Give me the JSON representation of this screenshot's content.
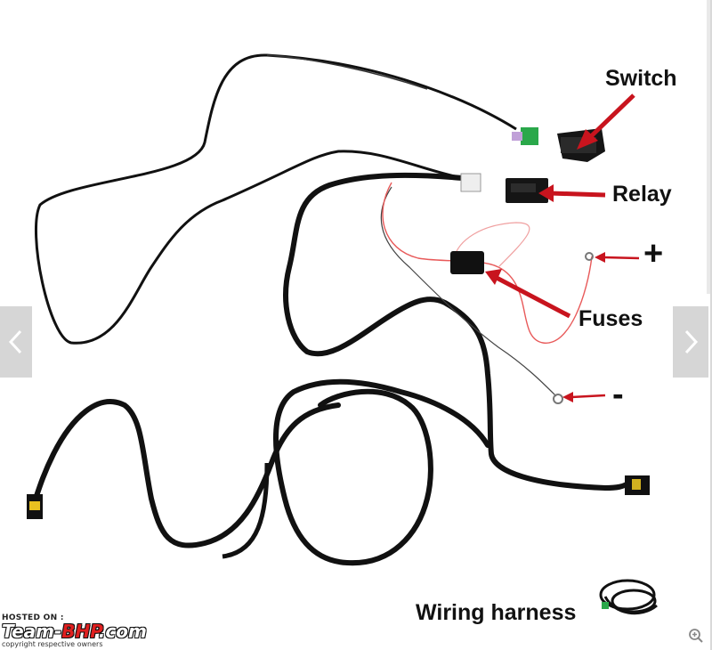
{
  "viewer": {
    "labels": {
      "switch": "Switch",
      "relay": "Relay",
      "plus": "+",
      "fuses": "Fuses",
      "minus": "-",
      "harness": "Wiring harness"
    },
    "watermark": {
      "hosted": "HOSTED ON :",
      "brand_prefix": "Team-",
      "brand_accent": "BHP",
      "brand_suffix": ".com",
      "copyright": "copyright respective owners"
    },
    "nav": {
      "prev_icon": "chevron-left-icon",
      "next_icon": "chevron-right-icon",
      "zoom_icon": "zoom-in-icon"
    },
    "colors": {
      "arrow": "#c8141e",
      "wire": "#111111",
      "red_wire": "#e85a5a",
      "nav_bg": "#cfcfcf"
    }
  }
}
